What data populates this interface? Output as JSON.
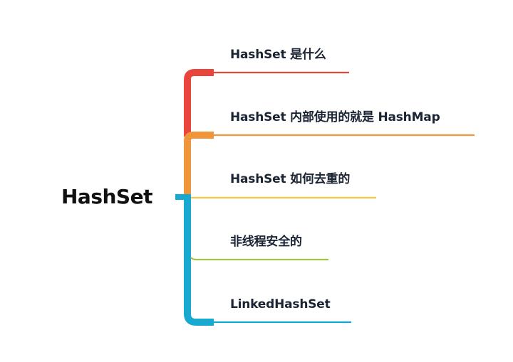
{
  "mindmap": {
    "root": {
      "label": "HashSet"
    },
    "branches": [
      {
        "label": "HashSet 是什么",
        "color": "#e8453c"
      },
      {
        "label": "HashSet 内部使用的就是 HashMap",
        "color": "#f0953a"
      },
      {
        "label": "HashSet 如何去重的",
        "color": "#f6c548"
      },
      {
        "label": "非线程安全的",
        "color": "#a3c24a"
      },
      {
        "label": "LinkedHashSet",
        "color": "#17a9cf"
      }
    ]
  }
}
